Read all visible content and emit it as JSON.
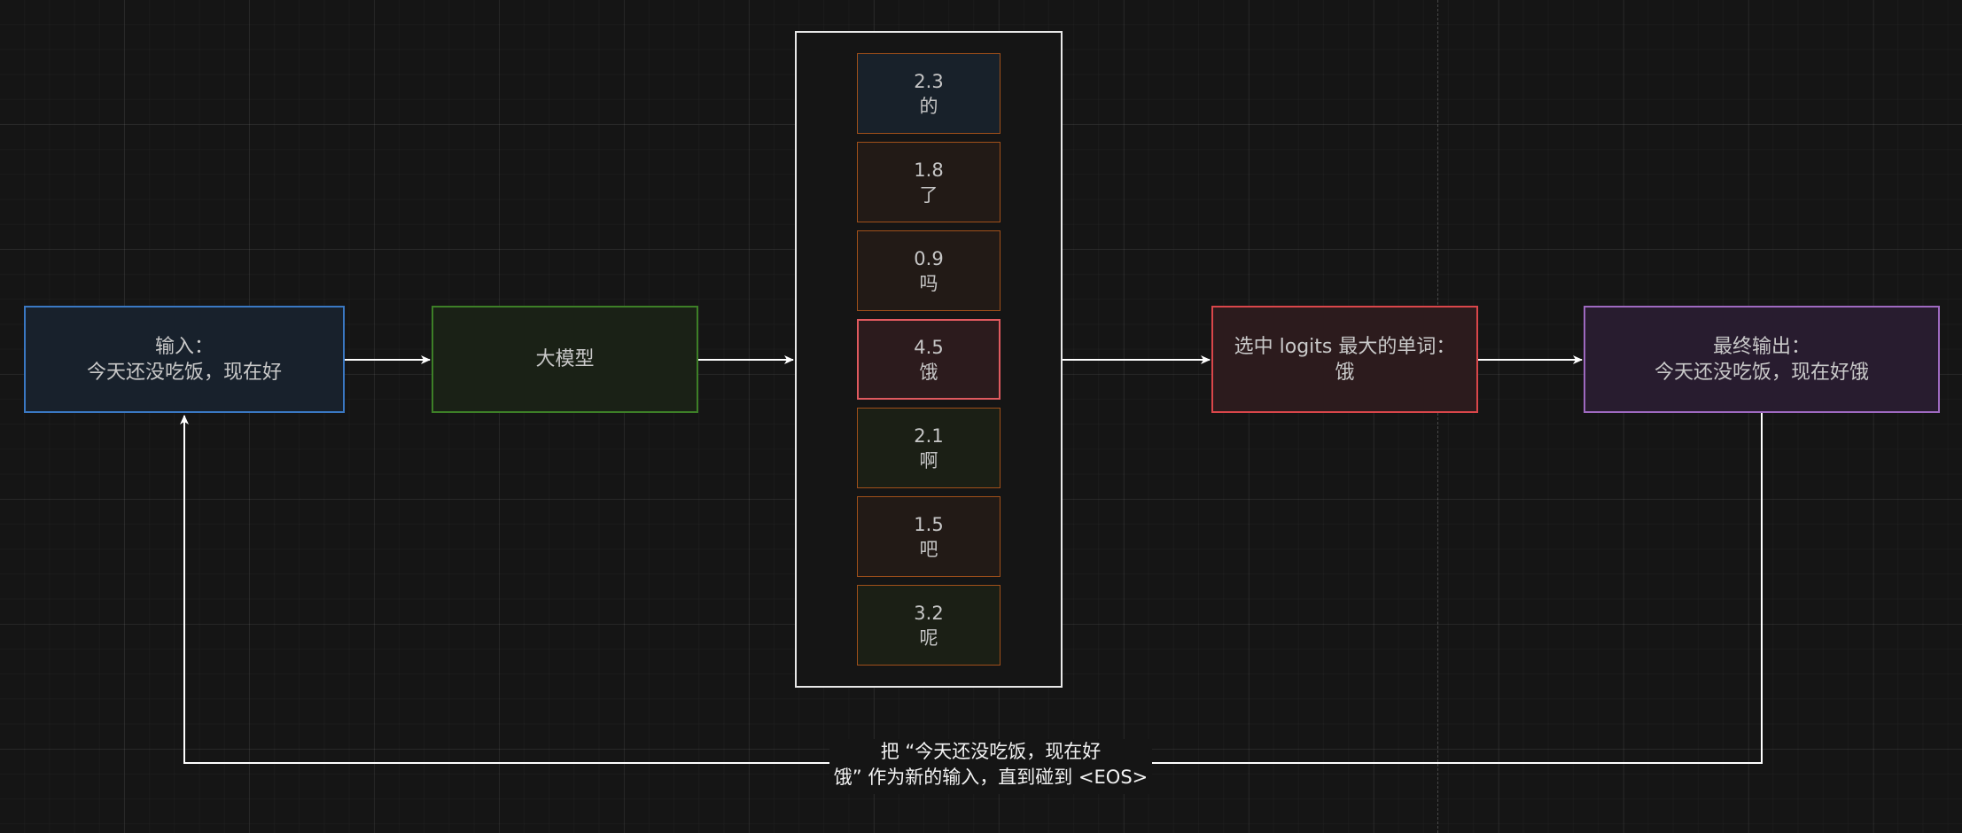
{
  "nodes": {
    "input": {
      "text": "输入：\n今天还没吃饭，现在好"
    },
    "model": {
      "text": "大模型"
    },
    "select": {
      "text": "选中 logits 最大的单词：\n饿"
    },
    "output": {
      "text": "最终输出：\n今天还没吃饭，现在好饿"
    }
  },
  "logits": [
    {
      "value": "2.3",
      "token": "的",
      "style": "blue"
    },
    {
      "value": "1.8",
      "token": "了",
      "style": "brown"
    },
    {
      "value": "0.9",
      "token": "吗",
      "style": "brown"
    },
    {
      "value": "4.5",
      "token": "饿",
      "style": "selected"
    },
    {
      "value": "2.1",
      "token": "啊",
      "style": "green"
    },
    {
      "value": "1.5",
      "token": "吧",
      "style": "brown"
    },
    {
      "value": "3.2",
      "token": "呢",
      "style": "green"
    }
  ],
  "feedback": {
    "text": "把 “今天还没吃饭，现在好\n饿” 作为新的输入，直到碰到 <EOS>"
  },
  "colors": {
    "input": "#3a78c3",
    "model": "#3d7f27",
    "select": "#d9464a",
    "output": "#9e69c0",
    "cell_border": "#a0501a",
    "selected_border": "#e05a5f",
    "wire": "#ffffff"
  }
}
